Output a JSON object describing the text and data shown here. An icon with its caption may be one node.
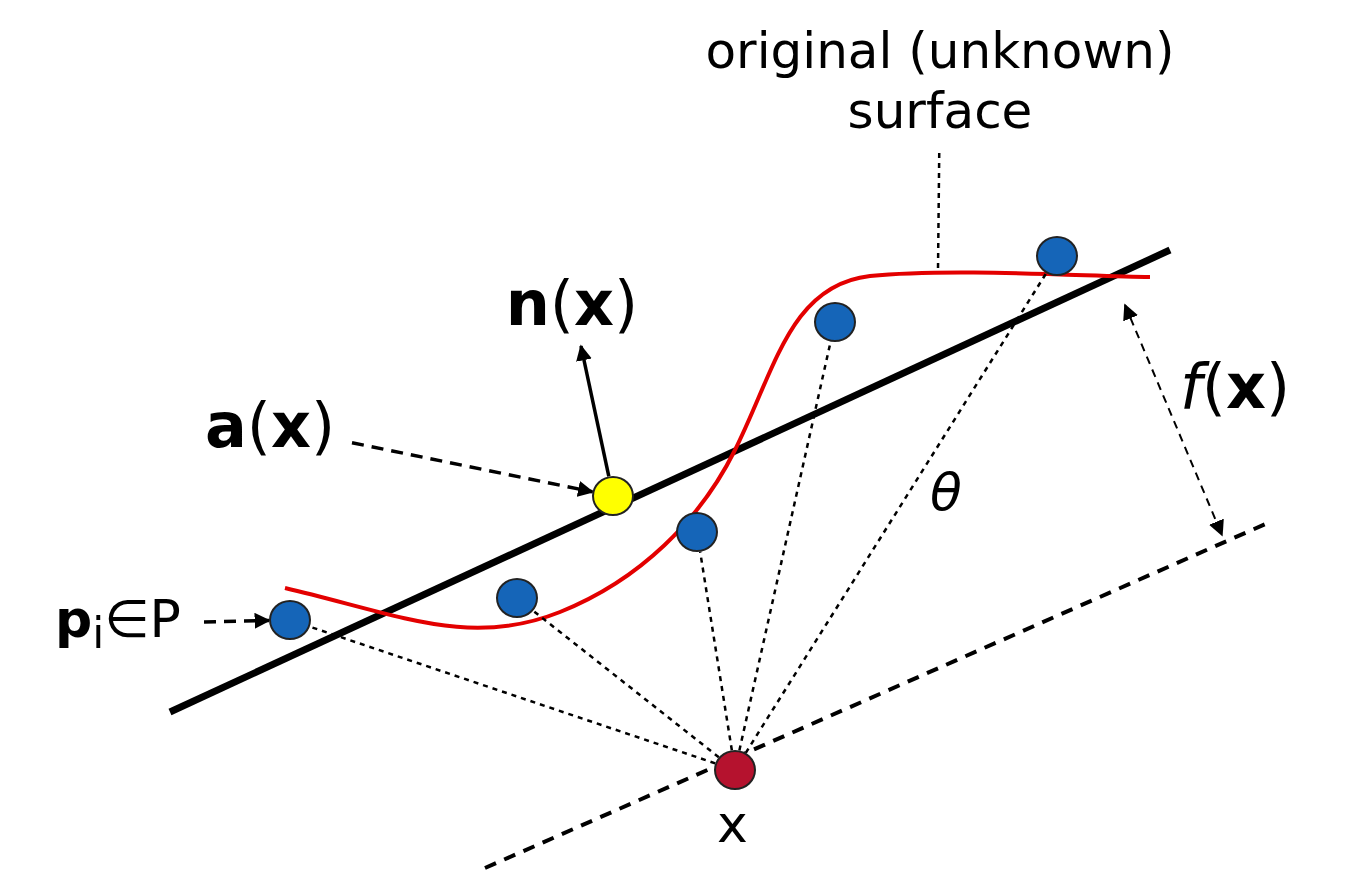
{
  "diagram": {
    "nodes": [
      {
        "text": [
          "original (unknown) surface"
        ]
      },
      {
        "text": [
          "**n**(**x**)"
        ]
      },
      {
        "text": [
          "**a**(**x**)"
        ]
      },
      {
        "text": [
          "**p**$_{i}$∈P"
        ]
      },
      {
        "text": [],
        "shape": "circle"
      },
      {
        "text": [],
        "shape": "circle"
      },
      {
        "text": [],
        "shape": "circle"
      },
      {
        "text": [],
        "shape": "circle"
      },
      {
        "text": [],
        "shape": "circle"
      },
      {
        "text": [],
        "shape": "circle"
      },
      {
        "text": [],
        "shape": "circle",
        "beside": [
          "x"
        ]
      }
    ],
    "edges": [
      {
        "from": 0,
        "to": null,
        "arrow": "none",
        "style": "dashed"
      },
      {
        "from": 2,
        "to": 9,
        "arrow": "to",
        "style": "dashed"
      },
      {
        "from": 3,
        "to": 4,
        "arrow": "to",
        "style": "dashed"
      },
      {
        "from": 9,
        "to": 1,
        "arrow": "to"
      },
      {
        "from": 10,
        "to": 4,
        "arrow": "none",
        "style": "dashed"
      },
      {
        "from": 10,
        "to": 5,
        "arrow": "none",
        "style": "dashed"
      },
      {
        "from": 10,
        "to": 6,
        "arrow": "none",
        "style": "dashed"
      },
      {
        "from": 10,
        "to": 7,
        "arrow": "none",
        "style": "dashed"
      },
      {
        "from": 10,
        "to": 8,
        "arrow": "none",
        "style": "dashed"
      }
    ],
    "labels": [
      "θ",
      "*f*(**x**)"
    ]
  }
}
